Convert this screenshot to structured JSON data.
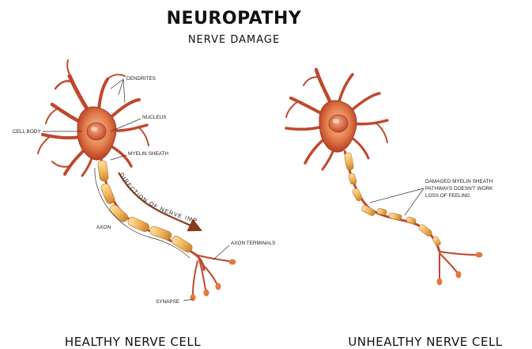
{
  "title": "NEUROPATHY",
  "subtitle": "NERVE DAMAGE",
  "healthy": {
    "caption": "HEALTHY NERVE CELL",
    "labels": {
      "dendrites": "DENDRITES",
      "nucleus": "NUCLEUS",
      "cell_body": "CELL BODY",
      "myelin_sheath": "MYELIN SHEATH",
      "axon": "AXON",
      "axon_terminals": "AXON TERMINALS",
      "synapse": "SYNAPSE"
    },
    "impulse_label": "DIRECTION OF NERVE IMPULSE"
  },
  "unhealthy": {
    "caption": "UNHEALTHY NERVE CELL",
    "damage_label_lines": [
      "DAMAGED MYELIN SHEATH",
      "PATHWAYS DOESN'T WORK",
      "LOSS OF FEELING"
    ]
  },
  "colors": {
    "membrane": "#c0482c",
    "membrane_light": "#e8a27a",
    "nucleus": "#d8643a",
    "myelin": "#f2b35a",
    "myelin_dark": "#b7782a",
    "arrow": "#8a3a18"
  }
}
